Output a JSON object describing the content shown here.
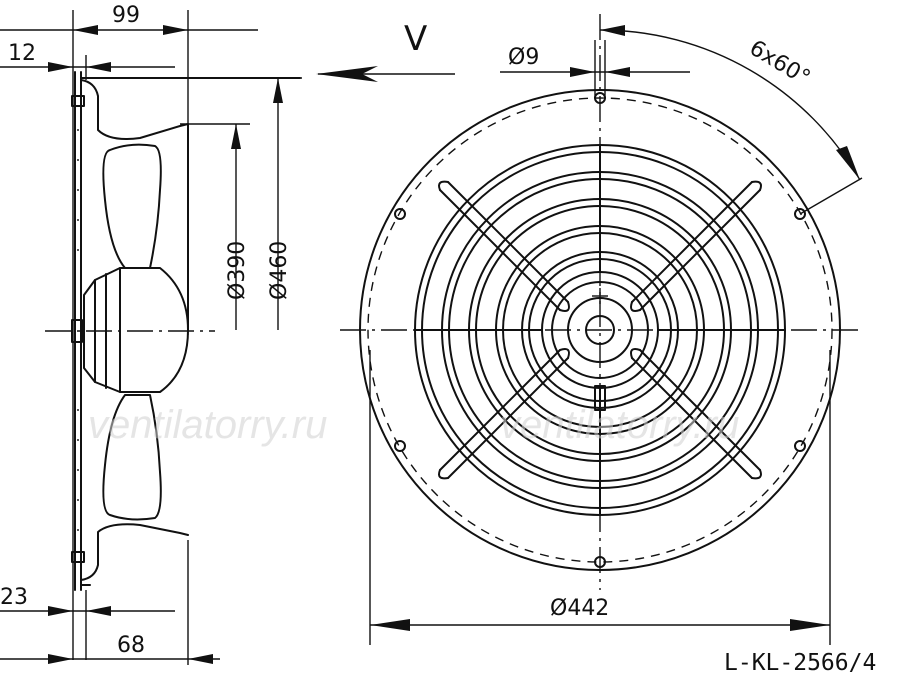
{
  "side_view": {
    "dim_overall_depth": "99",
    "dim_flange": "12",
    "dim_bottom_offset": "23",
    "dim_body_depth": "68",
    "dim_blade_diameter": "Ø390",
    "dim_flange_diameter": "Ø460",
    "airflow_label": "V"
  },
  "front_view": {
    "dim_hole": "Ø9",
    "dim_hole_pattern": "6x60°",
    "dim_outer_diameter": "Ø442"
  },
  "model_code": "L-KL-2566/4",
  "watermark_left": "ventilatorry.ru",
  "watermark_right": "ventilatorry.ru"
}
